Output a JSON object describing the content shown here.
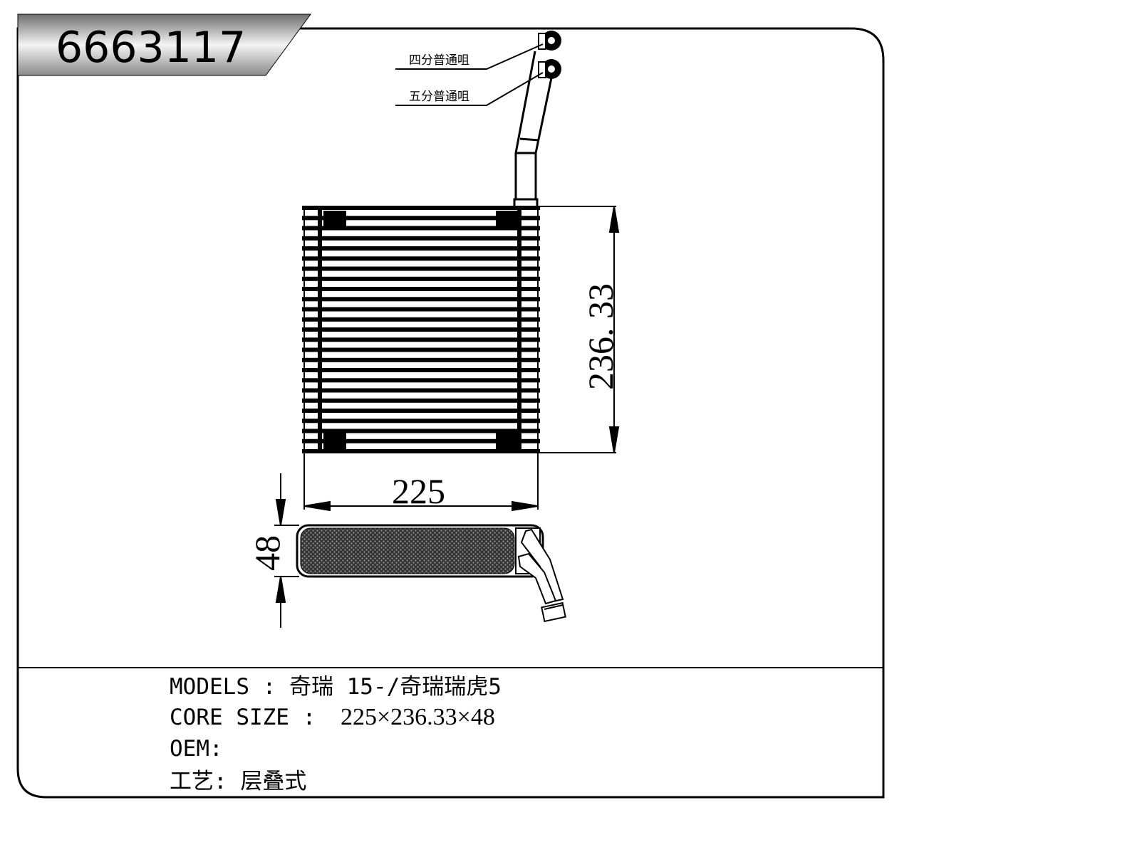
{
  "part_number": "6663117",
  "callouts": {
    "upper_fitting": "四分普通咀",
    "lower_fitting": "五分普通咀"
  },
  "dimensions": {
    "height": "236. 33",
    "width": "225",
    "depth": "48"
  },
  "specs": {
    "models_label": "MODELS :",
    "models_value": "奇瑞 15-/奇瑞瑞虎5",
    "core_size_label": "CORE SIZE :",
    "core_size_value": "225×236.33×48",
    "oem_label": "OEM:",
    "oem_value": "",
    "process_label": "工艺:",
    "process_value": "层叠式"
  },
  "colors": {
    "line": "#000000",
    "header_dark": "#6e6e6e",
    "header_light": "#f4f4f4"
  }
}
